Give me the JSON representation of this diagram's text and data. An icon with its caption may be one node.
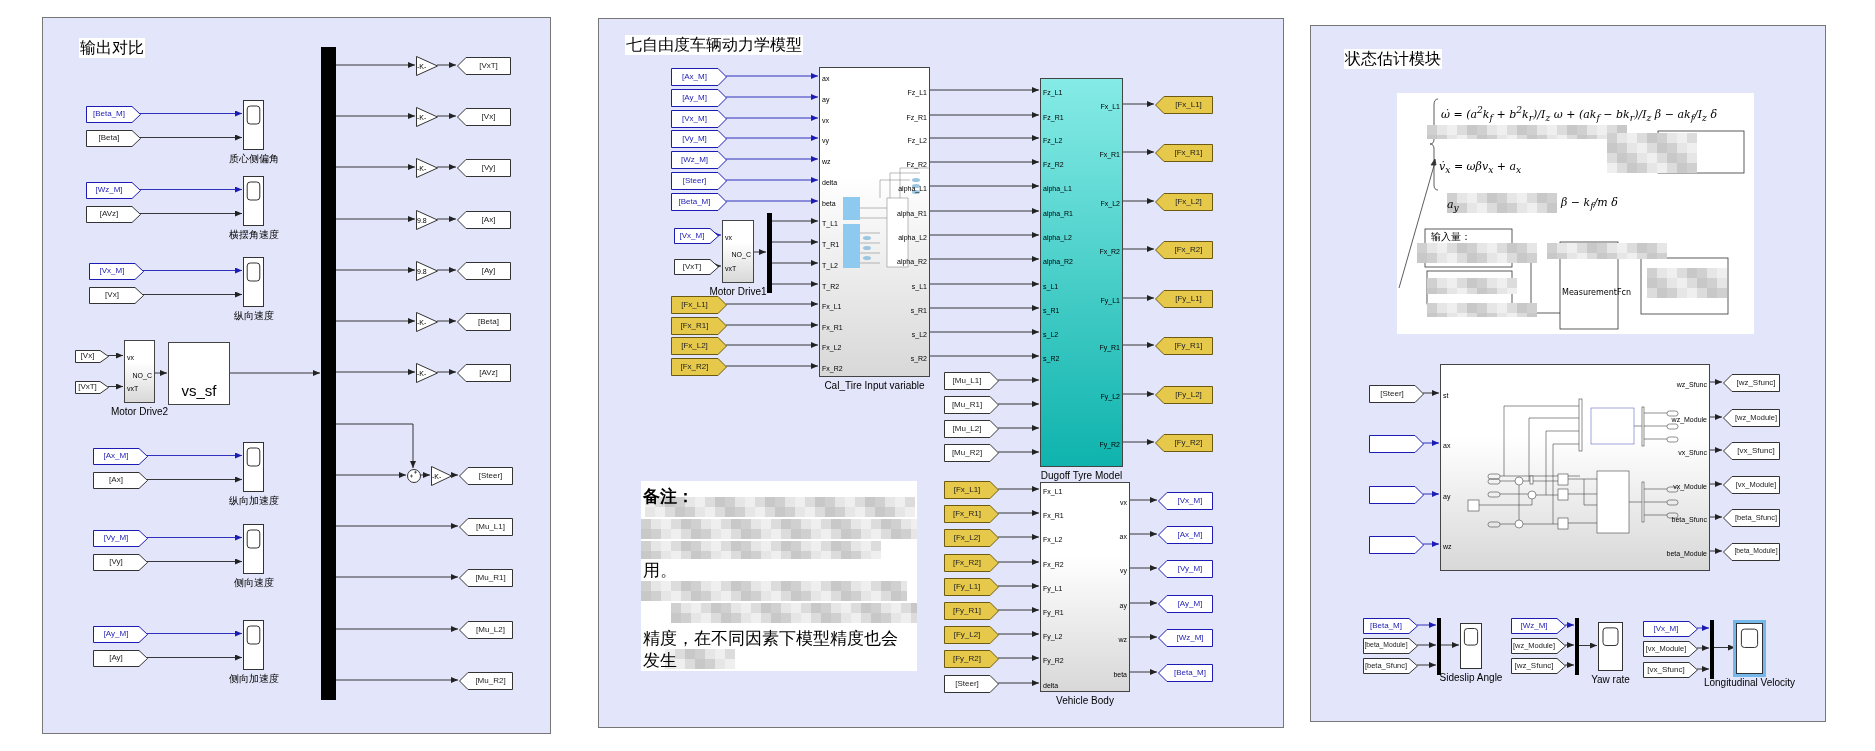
{
  "diagram": {
    "nodes": [
      {
        "text": [
          "输出对比"
        ]
      },
      {
        "text": [
          "[Beta_M]"
        ],
        "in": 0
      },
      {
        "text": [
          "[Beta]"
        ],
        "in": 0
      },
      {
        "text": [],
        "shape": "box",
        "beside": [
          "质心侧偏角"
        ],
        "in": 0
      },
      {
        "text": [
          "[Wz_M]"
        ],
        "in": 0
      },
      {
        "text": [
          "[AVz]"
        ],
        "in": 0
      },
      {
        "text": [],
        "shape": "box",
        "beside": [
          "横摆角速度"
        ],
        "in": 0
      },
      {
        "text": [
          "[Vx_M]"
        ],
        "in": 0
      },
      {
        "text": [
          "[Vx]"
        ],
        "in": 0
      },
      {
        "text": [],
        "shape": "box",
        "beside": [
          "纵向速度"
        ],
        "in": 0
      },
      {
        "text": [
          "[Ax_M]"
        ],
        "in": 0
      },
      {
        "text": [
          "[Ax]"
        ],
        "in": 0
      },
      {
        "text": [],
        "shape": "box",
        "beside": [
          "纵向加速度"
        ],
        "in": 0
      },
      {
        "text": [
          "[Vy_M]"
        ],
        "in": 0
      },
      {
        "text": [
          "[Vy]"
        ],
        "in": 0
      },
      {
        "text": [],
        "shape": "box",
        "beside": [
          "侧向速度"
        ],
        "in": 0
      },
      {
        "text": [
          "[Ay_M]"
        ],
        "in": 0
      },
      {
        "text": [
          "[Ay]"
        ],
        "in": 0
      },
      {
        "text": [],
        "shape": "box",
        "beside": [
          "侧向加速度"
        ],
        "in": 0
      },
      {
        "text": [
          "[Vx]"
        ],
        "in": 0
      },
      {
        "text": [
          "[VxT]"
        ],
        "in": 0
      },
      {
        "text": [
          "vx",
          "NO_C",
          "vxT"
        ],
        "beside": [
          "Motor Drive2"
        ],
        "in": 0
      },
      {
        "text": [
          "vs_sf"
        ],
        "in": 0
      },
      {
        "text": [],
        "shape": "bar",
        "in": 0
      },
      {
        "text": [
          "-K-"
        ],
        "in": 0
      },
      {
        "text": [
          "[VxT]"
        ],
        "in": 0
      },
      {
        "text": [
          "-K-"
        ],
        "in": 0
      },
      {
        "text": [
          "[Vx]"
        ],
        "in": 0
      },
      {
        "text": [
          "-K-"
        ],
        "in": 0
      },
      {
        "text": [
          "[Vy]"
        ],
        "in": 0
      },
      {
        "text": [
          "9.8"
        ],
        "in": 0
      },
      {
        "text": [
          "[Ax]"
        ],
        "in": 0
      },
      {
        "text": [
          "9.8"
        ],
        "in": 0
      },
      {
        "text": [
          "[Ay]"
        ],
        "in": 0
      },
      {
        "text": [
          "-K-"
        ],
        "in": 0
      },
      {
        "text": [
          "[Beta]"
        ],
        "in": 0
      },
      {
        "text": [
          "-K-"
        ],
        "in": 0
      },
      {
        "text": [
          "[AVz]"
        ],
        "in": 0
      },
      {
        "text": [],
        "shape": "circle",
        "in": 0
      },
      {
        "text": [
          "-K-"
        ],
        "in": 0
      },
      {
        "text": [
          "[Steer]"
        ],
        "in": 0
      },
      {
        "text": [
          "[Mu_L1]"
        ],
        "in": 0
      },
      {
        "text": [
          "[Mu_R1]"
        ],
        "in": 0
      },
      {
        "text": [
          "[Mu_L2]"
        ],
        "in": 0
      },
      {
        "text": [
          "[Mu_R2]"
        ],
        "in": 0
      },
      {
        "text": [
          "七自由度车辆动力学模型"
        ]
      },
      {
        "text": [
          "[Ax_M]"
        ],
        "in": 45
      },
      {
        "text": [
          "[Ay_M]"
        ],
        "in": 45
      },
      {
        "text": [
          "[Vx_M]"
        ],
        "in": 45
      },
      {
        "text": [
          "[Vy_M]"
        ],
        "in": 45
      },
      {
        "text": [
          "[Wz_M]"
        ],
        "in": 45
      },
      {
        "text": [
          "[Steer]"
        ],
        "in": 45
      },
      {
        "text": [
          "[Beta_M]"
        ],
        "in": 45
      },
      {
        "text": [
          "[Vx_M]"
        ],
        "in": 45
      },
      {
        "text": [
          "[VxT]"
        ],
        "in": 45
      },
      {
        "text": [
          "vx",
          "NO_C",
          "vxT"
        ],
        "beside": [
          "Motor Drive1"
        ],
        "in": 45
      },
      {
        "text": [],
        "shape": "bar",
        "in": 45
      },
      {
        "text": [
          "[Fx_L1]"
        ],
        "in": 45
      },
      {
        "text": [
          "[Fx_R1]"
        ],
        "in": 45
      },
      {
        "text": [
          "[Fx_L2]"
        ],
        "in": 45
      },
      {
        "text": [
          "[Fx_R2]"
        ],
        "in": 45
      },
      {
        "text": [
          "ax",
          "ay",
          "vx",
          "vy",
          "wz",
          "delta",
          "beta",
          "T_L1",
          "T_R1",
          "T_L2",
          "T_R2",
          "Fx_L1",
          "Fx_R1",
          "Fx_L2",
          "Fx_R2",
          "Fz_L1",
          "Fz_R1",
          "Fz_L2",
          "Fz_R2",
          "alpha_L1",
          "alpha_R1",
          "alpha_L2",
          "alpha_R2",
          "s_L1",
          "s_R1",
          "s_L2",
          "s_R2"
        ],
        "beside": [
          "Cal_Tire Input variable"
        ],
        "in": 45
      },
      {
        "text": [
          "[Mu_L1]"
        ],
        "in": 45
      },
      {
        "text": [
          "[Mu_R1]"
        ],
        "in": 45
      },
      {
        "text": [
          "[Mu_L2]"
        ],
        "in": 45
      },
      {
        "text": [
          "[Mu_R2]"
        ],
        "in": 45
      },
      {
        "text": [
          "Fz_L1",
          "Fz_R1",
          "Fz_L2",
          "Fz_R2",
          "alpha_L1",
          "alpha_R1",
          "alpha_L2",
          "alpha_R2",
          "s_L1",
          "s_R1",
          "s_L2",
          "s_R2",
          "Fx_L1",
          "Fx_R1",
          "Fx_L2",
          "Fx_R2",
          "Fy_L1",
          "Fy_R1",
          "Fy_L2",
          "Fy_R2"
        ],
        "beside": [
          "Dugoff Tyre Model"
        ],
        "in": 45
      },
      {
        "text": [
          "[Fx_L1]"
        ],
        "in": 45
      },
      {
        "text": [
          "[Fx_R1]"
        ],
        "in": 45
      },
      {
        "text": [
          "[Fx_L2]"
        ],
        "in": 45
      },
      {
        "text": [
          "[Fx_R2]"
        ],
        "in": 45
      },
      {
        "text": [
          "[Fy_L1]"
        ],
        "in": 45
      },
      {
        "text": [
          "[Fy_R1]"
        ],
        "in": 45
      },
      {
        "text": [
          "[Fy_L2]"
        ],
        "in": 45
      },
      {
        "text": [
          "[Fy_R2]"
        ],
        "in": 45
      },
      {
        "text": [
          "备注：",
          "用。",
          "精度，在不同因素下模型精度也会发生"
        ],
        "in": 45
      },
      {
        "text": [
          "[Fx_L1]"
        ],
        "in": 45
      },
      {
        "text": [
          "[Fx_R1]"
        ],
        "in": 45
      },
      {
        "text": [
          "[Fx_L2]"
        ],
        "in": 45
      },
      {
        "text": [
          "[Fx_R2]"
        ],
        "in": 45
      },
      {
        "text": [
          "[Fy_L1]"
        ],
        "in": 45
      },
      {
        "text": [
          "[Fy_R1]"
        ],
        "in": 45
      },
      {
        "text": [
          "[Fy_L2]"
        ],
        "in": 45
      },
      {
        "text": [
          "[Fy_R2]"
        ],
        "in": 45
      },
      {
        "text": [
          "[Steer]"
        ],
        "in": 45
      },
      {
        "text": [
          "Fx_L1",
          "Fx_R1",
          "Fx_L2",
          "Fx_R2",
          "Fy_L1",
          "Fy_R1",
          "Fy_L2",
          "Fy_R2",
          "delta",
          "vx",
          "ax",
          "vy",
          "ay",
          "wz",
          "beta"
        ],
        "beside": [
          "Vehicle Body"
        ],
        "in": 45
      },
      {
        "text": [
          "[Vx_M]"
        ],
        "in": 45
      },
      {
        "text": [
          "[Ax_M]"
        ],
        "in": 45
      },
      {
        "text": [
          "[Vy_M]"
        ],
        "in": 45
      },
      {
        "text": [
          "[Ay_M]"
        ],
        "in": 45
      },
      {
        "text": [
          "[Wz_M]"
        ],
        "in": 45
      },
      {
        "text": [
          "[Beta_M]"
        ],
        "in": 45
      },
      {
        "text": [
          "状态估计模块"
        ]
      },
      {
        "text": [
          "ω̇ = (a$^{2}$k$_{f}$ + b$^{2}$k$_{r}$)/I$_{z}$ ω + (ak$_{f}$ − bk$_{r}$)/I$_{z}$ β − ak$_{f}$/I$_{z}$ δ",
          "v̇$_{x}$ = ωβv$_{x}$ + a$_{x}$",
          "a$_{y}$",
          "β − k$_{f}$/m δ",
          "输入量：",
          "MeasurementFcn"
        ],
        "in": 92
      },
      {
        "text": [
          "[Steer]"
        ],
        "in": 92
      },
      {
        "text": [],
        "shape": "pentagon",
        "in": 92
      },
      {
        "text": [],
        "shape": "pentagon",
        "in": 92
      },
      {
        "text": [],
        "shape": "pentagon",
        "in": 92
      },
      {
        "text": [
          "st",
          "ax",
          "ay",
          "wz",
          "wz_Sfunc",
          "wz_Module",
          "vx_Sfunc",
          "vx_Module",
          "beta_Sfunc",
          "beta_Module"
        ],
        "in": 92
      },
      {
        "text": [
          "[wz_Sfunc]"
        ],
        "in": 92
      },
      {
        "text": [
          "[wz_Module]"
        ],
        "in": 92
      },
      {
        "text": [
          "[vx_Sfunc]"
        ],
        "in": 92
      },
      {
        "text": [
          "[vx_Module]"
        ],
        "in": 92
      },
      {
        "text": [
          "[beta_Sfunc]"
        ],
        "in": 92
      },
      {
        "text": [
          "[beta_Module]"
        ],
        "in": 92
      },
      {
        "text": [
          "[Beta_M]"
        ],
        "in": 92
      },
      {
        "text": [
          "[beta_Module]"
        ],
        "in": 92
      },
      {
        "text": [
          "[beta_Sfunc]"
        ],
        "in": 92
      },
      {
        "text": [],
        "shape": "bar",
        "in": 92
      },
      {
        "text": [],
        "shape": "box",
        "beside": [
          "Sideslip Angle"
        ],
        "in": 92
      },
      {
        "text": [
          "[Wz_M]"
        ],
        "in": 92
      },
      {
        "text": [
          "[wz_Module]"
        ],
        "in": 92
      },
      {
        "text": [
          "[wz_Sfunc]"
        ],
        "in": 92
      },
      {
        "text": [],
        "shape": "bar",
        "in": 92
      },
      {
        "text": [],
        "shape": "box",
        "beside": [
          "Yaw rate"
        ],
        "in": 92
      },
      {
        "text": [
          "[Vx_M]"
        ],
        "in": 92
      },
      {
        "text": [
          "[vx_Module]"
        ],
        "in": 92
      },
      {
        "text": [
          "[vx_Sfunc]"
        ],
        "in": 92
      },
      {
        "text": [],
        "shape": "bar",
        "in": 92
      },
      {
        "text": [],
        "shape": "box",
        "beside": [
          "Longitudinal Velocity"
        ],
        "in": 92
      }
    ],
    "edges": [
      {
        "from": 1,
        "to": 3,
        "arrow": "to",
        "color": "#1c1cb4"
      },
      {
        "from": 2,
        "to": 3,
        "arrow": "to"
      },
      {
        "from": 4,
        "to": 6,
        "arrow": "to",
        "color": "#1c1cb4"
      },
      {
        "from": 5,
        "to": 6,
        "arrow": "to"
      },
      {
        "from": 7,
        "to": 9,
        "arrow": "to",
        "color": "#1c1cb4"
      },
      {
        "from": 8,
        "to": 9,
        "arrow": "to"
      },
      {
        "from": 10,
        "to": 12,
        "arrow": "to",
        "color": "#1c1cb4"
      },
      {
        "from": 11,
        "to": 12,
        "arrow": "to"
      },
      {
        "from": 13,
        "to": 15,
        "arrow": "to",
        "color": "#1c1cb4"
      },
      {
        "from": 14,
        "to": 15,
        "arrow": "to"
      },
      {
        "from": 16,
        "to": 18,
        "arrow": "to",
        "color": "#1c1cb4"
      },
      {
        "from": 17,
        "to": 18,
        "arrow": "to"
      },
      {
        "from": 19,
        "to": 21,
        "arrow": "to"
      },
      {
        "from": 20,
        "to": 21,
        "arrow": "to"
      },
      {
        "from": 21,
        "to": 22,
        "arrow": "to"
      },
      {
        "from": 22,
        "to": 23,
        "arrow": "to"
      },
      {
        "from": 23,
        "to": 24,
        "arrow": "to"
      },
      {
        "from": 24,
        "to": 25,
        "arrow": "to"
      },
      {
        "from": 23,
        "to": 26,
        "arrow": "to"
      },
      {
        "from": 26,
        "to": 27,
        "arrow": "to"
      },
      {
        "from": 23,
        "to": 28,
        "arrow": "to"
      },
      {
        "from": 28,
        "to": 29,
        "arrow": "to"
      },
      {
        "from": 23,
        "to": 30,
        "arrow": "to"
      },
      {
        "from": 30,
        "to": 31,
        "arrow": "to"
      },
      {
        "from": 23,
        "to": 32,
        "arrow": "to"
      },
      {
        "from": 32,
        "to": 33,
        "arrow": "to"
      },
      {
        "from": 23,
        "to": 34,
        "arrow": "to"
      },
      {
        "from": 34,
        "to": 35,
        "arrow": "to"
      },
      {
        "from": 23,
        "to": 36,
        "arrow": "to"
      },
      {
        "from": 36,
        "to": 37,
        "arrow": "to"
      },
      {
        "from": 23,
        "to": 38,
        "arrow": "to"
      },
      {
        "from": 23,
        "to": 38,
        "arrow": "to"
      },
      {
        "from": 38,
        "to": 39,
        "arrow": "to"
      },
      {
        "from": 39,
        "to": 40,
        "arrow": "to"
      },
      {
        "from": 23,
        "to": 41,
        "arrow": "to"
      },
      {
        "from": 23,
        "to": 42,
        "arrow": "to"
      },
      {
        "from": 23,
        "to": 43,
        "arrow": "to"
      },
      {
        "from": 23,
        "to": 44,
        "arrow": "to"
      },
      {
        "from": 46,
        "to": 61,
        "arrow": "to",
        "color": "#1c1cb4"
      },
      {
        "from": 47,
        "to": 61,
        "arrow": "to",
        "color": "#1c1cb4"
      },
      {
        "from": 48,
        "to": 61,
        "arrow": "to",
        "color": "#1c1cb4"
      },
      {
        "from": 49,
        "to": 61,
        "arrow": "to",
        "color": "#1c1cb4"
      },
      {
        "from": 50,
        "to": 61,
        "arrow": "to",
        "color": "#1c1cb4"
      },
      {
        "from": 51,
        "to": 61,
        "arrow": "to",
        "color": "#1c1cb4"
      },
      {
        "from": 52,
        "to": 61,
        "arrow": "to",
        "color": "#1c1cb4"
      },
      {
        "from": 53,
        "to": 55,
        "arrow": "to",
        "color": "#1c1cb4"
      },
      {
        "from": 54,
        "to": 55,
        "arrow": "to"
      },
      {
        "from": 55,
        "to": 56,
        "arrow": "to"
      },
      {
        "from": 56,
        "to": 61,
        "arrow": "to"
      },
      {
        "from": 56,
        "to": 61,
        "arrow": "to"
      },
      {
        "from": 56,
        "to": 61,
        "arrow": "to"
      },
      {
        "from": 56,
        "to": 61,
        "arrow": "to"
      },
      {
        "from": 57,
        "to": 61,
        "arrow": "to"
      },
      {
        "from": 58,
        "to": 61,
        "arrow": "to"
      },
      {
        "from": 59,
        "to": 61,
        "arrow": "to"
      },
      {
        "from": 60,
        "to": 61,
        "arrow": "to"
      },
      {
        "from": 61,
        "to": 66,
        "arrow": "to"
      },
      {
        "from": 61,
        "to": 66,
        "arrow": "to"
      },
      {
        "from": 61,
        "to": 66,
        "arrow": "to"
      },
      {
        "from": 61,
        "to": 66,
        "arrow": "to"
      },
      {
        "from": 61,
        "to": 66,
        "arrow": "to"
      },
      {
        "from": 61,
        "to": 66,
        "arrow": "to"
      },
      {
        "from": 61,
        "to": 66,
        "arrow": "to"
      },
      {
        "from": 61,
        "to": 66,
        "arrow": "to"
      },
      {
        "from": 61,
        "to": 66,
        "arrow": "to"
      },
      {
        "from": 61,
        "to": 66,
        "arrow": "to"
      },
      {
        "from": 61,
        "to": 66,
        "arrow": "to"
      },
      {
        "from": 61,
        "to": 66,
        "arrow": "to"
      },
      {
        "from": 62,
        "to": 66,
        "arrow": "to"
      },
      {
        "from": 63,
        "to": 66,
        "arrow": "to"
      },
      {
        "from": 64,
        "to": 66,
        "arrow": "to"
      },
      {
        "from": 65,
        "to": 66,
        "arrow": "to"
      },
      {
        "from": 66,
        "to": 67,
        "arrow": "to"
      },
      {
        "from": 66,
        "to": 68,
        "arrow": "to"
      },
      {
        "from": 66,
        "to": 69,
        "arrow": "to"
      },
      {
        "from": 66,
        "to": 70,
        "arrow": "to"
      },
      {
        "from": 66,
        "to": 71,
        "arrow": "to"
      },
      {
        "from": 66,
        "to": 72,
        "arrow": "to"
      },
      {
        "from": 66,
        "to": 73,
        "arrow": "to"
      },
      {
        "from": 66,
        "to": 74,
        "arrow": "to"
      },
      {
        "from": 76,
        "to": 85,
        "arrow": "to"
      },
      {
        "from": 77,
        "to": 85,
        "arrow": "to"
      },
      {
        "from": 78,
        "to": 85,
        "arrow": "to"
      },
      {
        "from": 79,
        "to": 85,
        "arrow": "to"
      },
      {
        "from": 80,
        "to": 85,
        "arrow": "to"
      },
      {
        "from": 81,
        "to": 85,
        "arrow": "to"
      },
      {
        "from": 82,
        "to": 85,
        "arrow": "to"
      },
      {
        "from": 83,
        "to": 85,
        "arrow": "to"
      },
      {
        "from": 84,
        "to": 85,
        "arrow": "to"
      },
      {
        "from": 85,
        "to": 86,
        "arrow": "to"
      },
      {
        "from": 85,
        "to": 87,
        "arrow": "to"
      },
      {
        "from": 85,
        "to": 88,
        "arrow": "to"
      },
      {
        "from": 85,
        "to": 89,
        "arrow": "to"
      },
      {
        "from": 85,
        "to": 90,
        "arrow": "to"
      },
      {
        "from": 85,
        "to": 91,
        "arrow": "to"
      },
      {
        "from": 94,
        "to": 98,
        "arrow": "to"
      },
      {
        "from": 95,
        "to": 98,
        "arrow": "to",
        "color": "#1c1cb4"
      },
      {
        "from": 96,
        "to": 98,
        "arrow": "to",
        "color": "#1c1cb4"
      },
      {
        "from": 97,
        "to": 98,
        "arrow": "to",
        "color": "#1c1cb4"
      },
      {
        "from": 98,
        "to": 99,
        "arrow": "to"
      },
      {
        "from": 98,
        "to": 100,
        "arrow": "to"
      },
      {
        "from": 98,
        "to": 101,
        "arrow": "to"
      },
      {
        "from": 98,
        "to": 102,
        "arrow": "to"
      },
      {
        "from": 98,
        "to": 103,
        "arrow": "to"
      },
      {
        "from": 98,
        "to": 104,
        "arrow": "to"
      },
      {
        "from": 105,
        "to": 108,
        "arrow": "to",
        "color": "#1c1cb4"
      },
      {
        "from": 106,
        "to": 108,
        "arrow": "to"
      },
      {
        "from": 107,
        "to": 108,
        "arrow": "to"
      },
      {
        "from": 108,
        "to": 109,
        "arrow": "to"
      },
      {
        "from": 110,
        "to": 113,
        "arrow": "to",
        "color": "#1c1cb4"
      },
      {
        "from": 111,
        "to": 113,
        "arrow": "to"
      },
      {
        "from": 112,
        "to": 113,
        "arrow": "to"
      },
      {
        "from": 113,
        "to": 114,
        "arrow": "to"
      },
      {
        "from": 115,
        "to": 118,
        "arrow": "to",
        "color": "#1c1cb4"
      },
      {
        "from": 116,
        "to": 118,
        "arrow": "to"
      },
      {
        "from": 117,
        "to": 118,
        "arrow": "to"
      },
      {
        "from": 118,
        "to": 119,
        "arrow": "to"
      }
    ]
  }
}
